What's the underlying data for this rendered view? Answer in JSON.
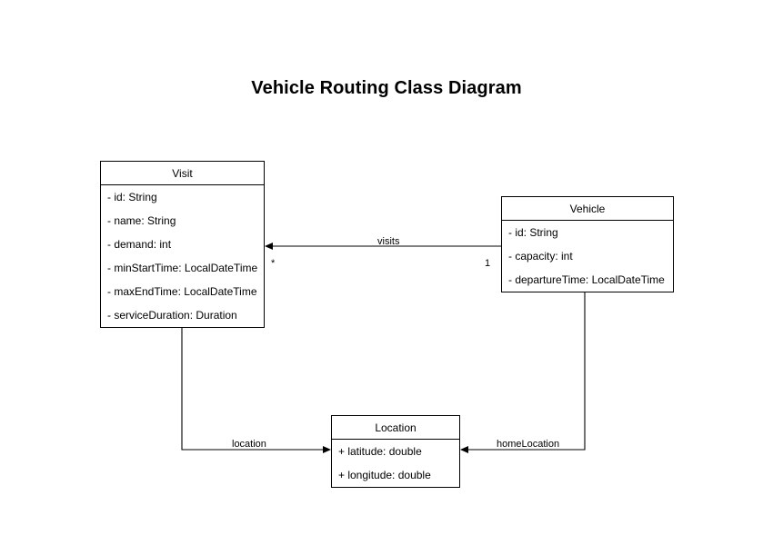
{
  "diagram": {
    "title": "Vehicle Routing Class Diagram",
    "type": "uml-class-diagram",
    "background_color": "#ffffff",
    "line_color": "#000000",
    "text_color": "#000000"
  },
  "classes": [
    {
      "name": "Visit",
      "attributes": [
        "- id: String",
        "- name: String",
        "- demand: int",
        "- minStartTime: LocalDateTime",
        "- maxEndTime: LocalDateTime",
        "- serviceDuration: Duration"
      ]
    },
    {
      "name": "Vehicle",
      "attributes": [
        "- id: String",
        "- capacity: int",
        "- departureTime: LocalDateTime"
      ]
    },
    {
      "name": "Location",
      "attributes": [
        "+ latitude: double",
        "+ longitude: double"
      ]
    }
  ],
  "relationships": [
    {
      "label": "visits",
      "from": "Vehicle",
      "to": "Visit",
      "source_multiplicity": "1",
      "target_multiplicity": "*"
    },
    {
      "label": "location",
      "from": "Visit",
      "to": "Location",
      "source_multiplicity": "",
      "target_multiplicity": ""
    },
    {
      "label": "homeLocation",
      "from": "Vehicle",
      "to": "Location",
      "source_multiplicity": "",
      "target_multiplicity": ""
    }
  ]
}
